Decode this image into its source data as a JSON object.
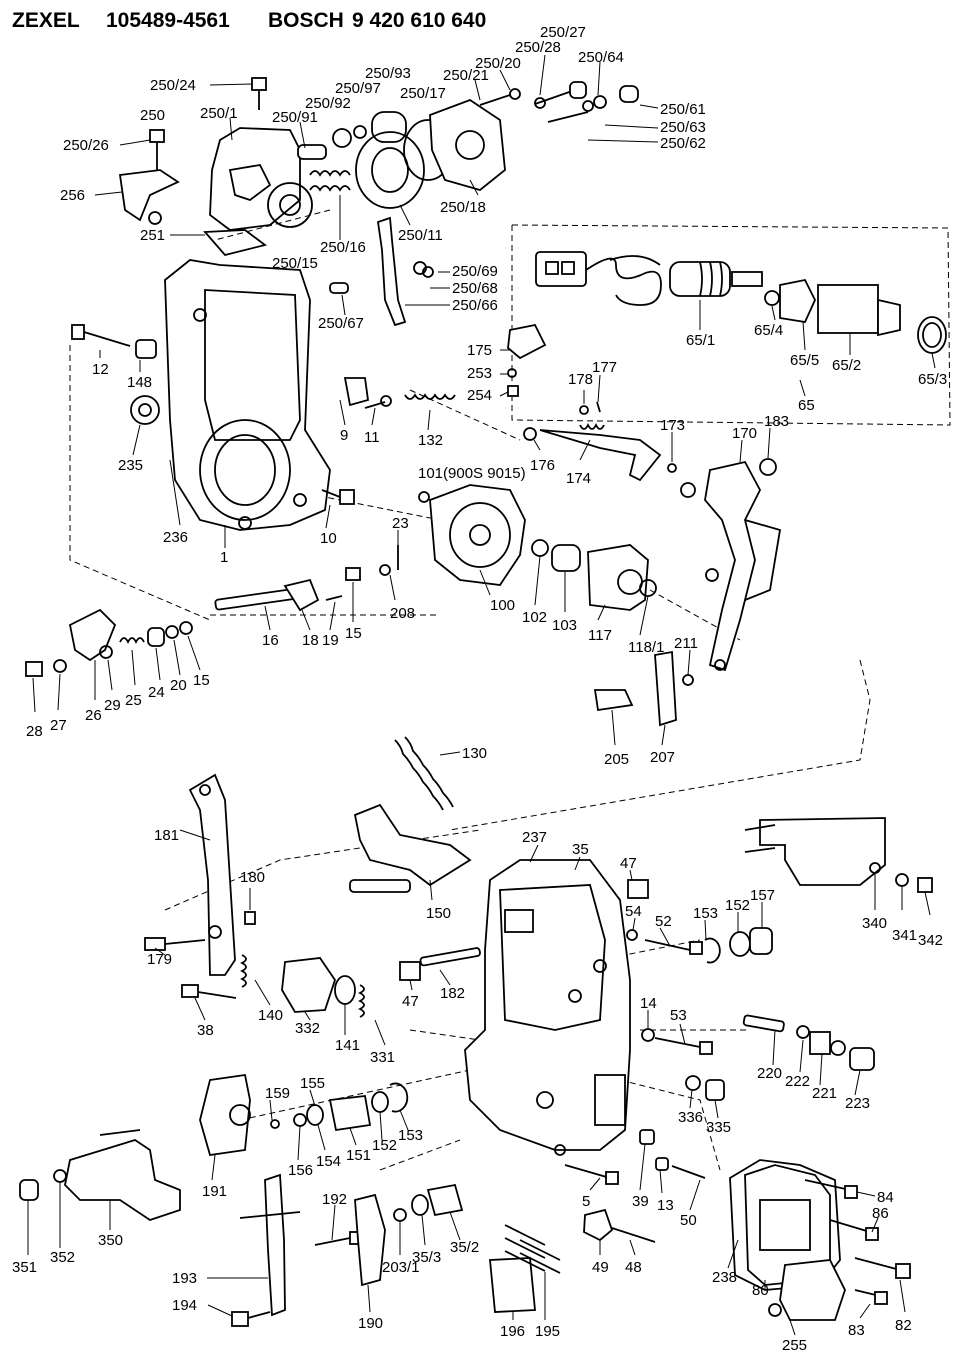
{
  "header": {
    "brand1": "ZEXEL",
    "code1": "105489-4561",
    "brand2": "BOSCH",
    "code2": "9 420 610 640"
  },
  "labels": [
    {
      "id": "l_250_24",
      "text": "250/24"
    },
    {
      "id": "l_250",
      "text": "250"
    },
    {
      "id": "l_250_26",
      "text": "250/26"
    },
    {
      "id": "l_256",
      "text": "256"
    },
    {
      "id": "l_251",
      "text": "251"
    },
    {
      "id": "l_250_1",
      "text": "250/1"
    },
    {
      "id": "l_250_91",
      "text": "250/91"
    },
    {
      "id": "l_250_92",
      "text": "250/92"
    },
    {
      "id": "l_250_97",
      "text": "250/97"
    },
    {
      "id": "l_250_93",
      "text": "250/93"
    },
    {
      "id": "l_250_17",
      "text": "250/17"
    },
    {
      "id": "l_250_21",
      "text": "250/21"
    },
    {
      "id": "l_250_20",
      "text": "250/20"
    },
    {
      "id": "l_250_28",
      "text": "250/28"
    },
    {
      "id": "l_250_27",
      "text": "250/27"
    },
    {
      "id": "l_250_64",
      "text": "250/64"
    },
    {
      "id": "l_250_61",
      "text": "250/61"
    },
    {
      "id": "l_250_63",
      "text": "250/63"
    },
    {
      "id": "l_250_62",
      "text": "250/62"
    },
    {
      "id": "l_250_18",
      "text": "250/18"
    },
    {
      "id": "l_250_11",
      "text": "250/11"
    },
    {
      "id": "l_250_16",
      "text": "250/16"
    },
    {
      "id": "l_250_15",
      "text": "250/15"
    },
    {
      "id": "l_250_69",
      "text": "250/69"
    },
    {
      "id": "l_250_68",
      "text": "250/68"
    },
    {
      "id": "l_250_66",
      "text": "250/66"
    },
    {
      "id": "l_250_67",
      "text": "250/67"
    },
    {
      "id": "l_65_1",
      "text": "65/1"
    },
    {
      "id": "l_65_4",
      "text": "65/4"
    },
    {
      "id": "l_65_5",
      "text": "65/5"
    },
    {
      "id": "l_65_2",
      "text": "65/2"
    },
    {
      "id": "l_65_3",
      "text": "65/3"
    },
    {
      "id": "l_65",
      "text": "65"
    },
    {
      "id": "l_12",
      "text": "12"
    },
    {
      "id": "l_148",
      "text": "148"
    },
    {
      "id": "l_235",
      "text": "235"
    },
    {
      "id": "l_236",
      "text": "236"
    },
    {
      "id": "l_1",
      "text": "1"
    },
    {
      "id": "l_9",
      "text": "9"
    },
    {
      "id": "l_11",
      "text": "11"
    },
    {
      "id": "l_132",
      "text": "132"
    },
    {
      "id": "l_10",
      "text": "10"
    },
    {
      "id": "l_175",
      "text": "175"
    },
    {
      "id": "l_253",
      "text": "253"
    },
    {
      "id": "l_254",
      "text": "254"
    },
    {
      "id": "l_178",
      "text": "178"
    },
    {
      "id": "l_177",
      "text": "177"
    },
    {
      "id": "l_176",
      "text": "176"
    },
    {
      "id": "l_174",
      "text": "174"
    },
    {
      "id": "l_173",
      "text": "173"
    },
    {
      "id": "l_170",
      "text": "170"
    },
    {
      "id": "l_183",
      "text": "183"
    },
    {
      "id": "l_101",
      "text": "101(900S 9015)"
    },
    {
      "id": "l_23",
      "text": "23"
    },
    {
      "id": "l_208",
      "text": "208"
    },
    {
      "id": "l_100",
      "text": "100"
    },
    {
      "id": "l_102",
      "text": "102"
    },
    {
      "id": "l_103",
      "text": "103"
    },
    {
      "id": "l_117",
      "text": "117"
    },
    {
      "id": "l_118_1",
      "text": "118/1"
    },
    {
      "id": "l_211",
      "text": "211"
    },
    {
      "id": "l_205",
      "text": "205"
    },
    {
      "id": "l_207",
      "text": "207"
    },
    {
      "id": "l_16",
      "text": "16"
    },
    {
      "id": "l_18",
      "text": "18"
    },
    {
      "id": "l_19",
      "text": "19"
    },
    {
      "id": "l_15a",
      "text": "15"
    },
    {
      "id": "l_15b",
      "text": "15"
    },
    {
      "id": "l_20",
      "text": "20"
    },
    {
      "id": "l_24",
      "text": "24"
    },
    {
      "id": "l_25",
      "text": "25"
    },
    {
      "id": "l_29",
      "text": "29"
    },
    {
      "id": "l_26",
      "text": "26"
    },
    {
      "id": "l_27",
      "text": "27"
    },
    {
      "id": "l_28",
      "text": "28"
    },
    {
      "id": "l_130",
      "text": "130"
    },
    {
      "id": "l_181",
      "text": "181"
    },
    {
      "id": "l_180",
      "text": "180"
    },
    {
      "id": "l_150",
      "text": "150"
    },
    {
      "id": "l_237",
      "text": "237"
    },
    {
      "id": "l_35",
      "text": "35"
    },
    {
      "id": "l_47a",
      "text": "47"
    },
    {
      "id": "l_54",
      "text": "54"
    },
    {
      "id": "l_52",
      "text": "52"
    },
    {
      "id": "l_153a",
      "text": "153"
    },
    {
      "id": "l_152a",
      "text": "152"
    },
    {
      "id": "l_157",
      "text": "157"
    },
    {
      "id": "l_340",
      "text": "340"
    },
    {
      "id": "l_341",
      "text": "341"
    },
    {
      "id": "l_342",
      "text": "342"
    },
    {
      "id": "l_179",
      "text": "179"
    },
    {
      "id": "l_38",
      "text": "38"
    },
    {
      "id": "l_140",
      "text": "140"
    },
    {
      "id": "l_332",
      "text": "332"
    },
    {
      "id": "l_141",
      "text": "141"
    },
    {
      "id": "l_331",
      "text": "331"
    },
    {
      "id": "l_182",
      "text": "182"
    },
    {
      "id": "l_47b",
      "text": "47"
    },
    {
      "id": "l_14",
      "text": "14"
    },
    {
      "id": "l_53",
      "text": "53"
    },
    {
      "id": "l_220",
      "text": "220"
    },
    {
      "id": "l_222",
      "text": "222"
    },
    {
      "id": "l_221",
      "text": "221"
    },
    {
      "id": "l_223",
      "text": "223"
    },
    {
      "id": "l_336",
      "text": "336"
    },
    {
      "id": "l_335",
      "text": "335"
    },
    {
      "id": "l_159",
      "text": "159"
    },
    {
      "id": "l_155",
      "text": "155"
    },
    {
      "id": "l_156",
      "text": "156"
    },
    {
      "id": "l_154",
      "text": "154"
    },
    {
      "id": "l_151",
      "text": "151"
    },
    {
      "id": "l_152b",
      "text": "152"
    },
    {
      "id": "l_153b",
      "text": "153"
    },
    {
      "id": "l_191",
      "text": "191"
    },
    {
      "id": "l_5",
      "text": "5"
    },
    {
      "id": "l_39",
      "text": "39"
    },
    {
      "id": "l_13",
      "text": "13"
    },
    {
      "id": "l_50",
      "text": "50"
    },
    {
      "id": "l_84",
      "text": "84"
    },
    {
      "id": "l_86",
      "text": "86"
    },
    {
      "id": "l_351",
      "text": "351"
    },
    {
      "id": "l_352",
      "text": "352"
    },
    {
      "id": "l_350",
      "text": "350"
    },
    {
      "id": "l_192",
      "text": "192"
    },
    {
      "id": "l_203_1",
      "text": "203/1"
    },
    {
      "id": "l_35_3",
      "text": "35/3"
    },
    {
      "id": "l_35_2",
      "text": "35/2"
    },
    {
      "id": "l_49",
      "text": "49"
    },
    {
      "id": "l_48",
      "text": "48"
    },
    {
      "id": "l_238",
      "text": "238"
    },
    {
      "id": "l_80",
      "text": "80"
    },
    {
      "id": "l_193",
      "text": "193"
    },
    {
      "id": "l_194",
      "text": "194"
    },
    {
      "id": "l_190",
      "text": "190"
    },
    {
      "id": "l_196",
      "text": "196"
    },
    {
      "id": "l_195",
      "text": "195"
    },
    {
      "id": "l_255",
      "text": "255"
    },
    {
      "id": "l_83",
      "text": "83"
    },
    {
      "id": "l_82",
      "text": "82"
    }
  ]
}
